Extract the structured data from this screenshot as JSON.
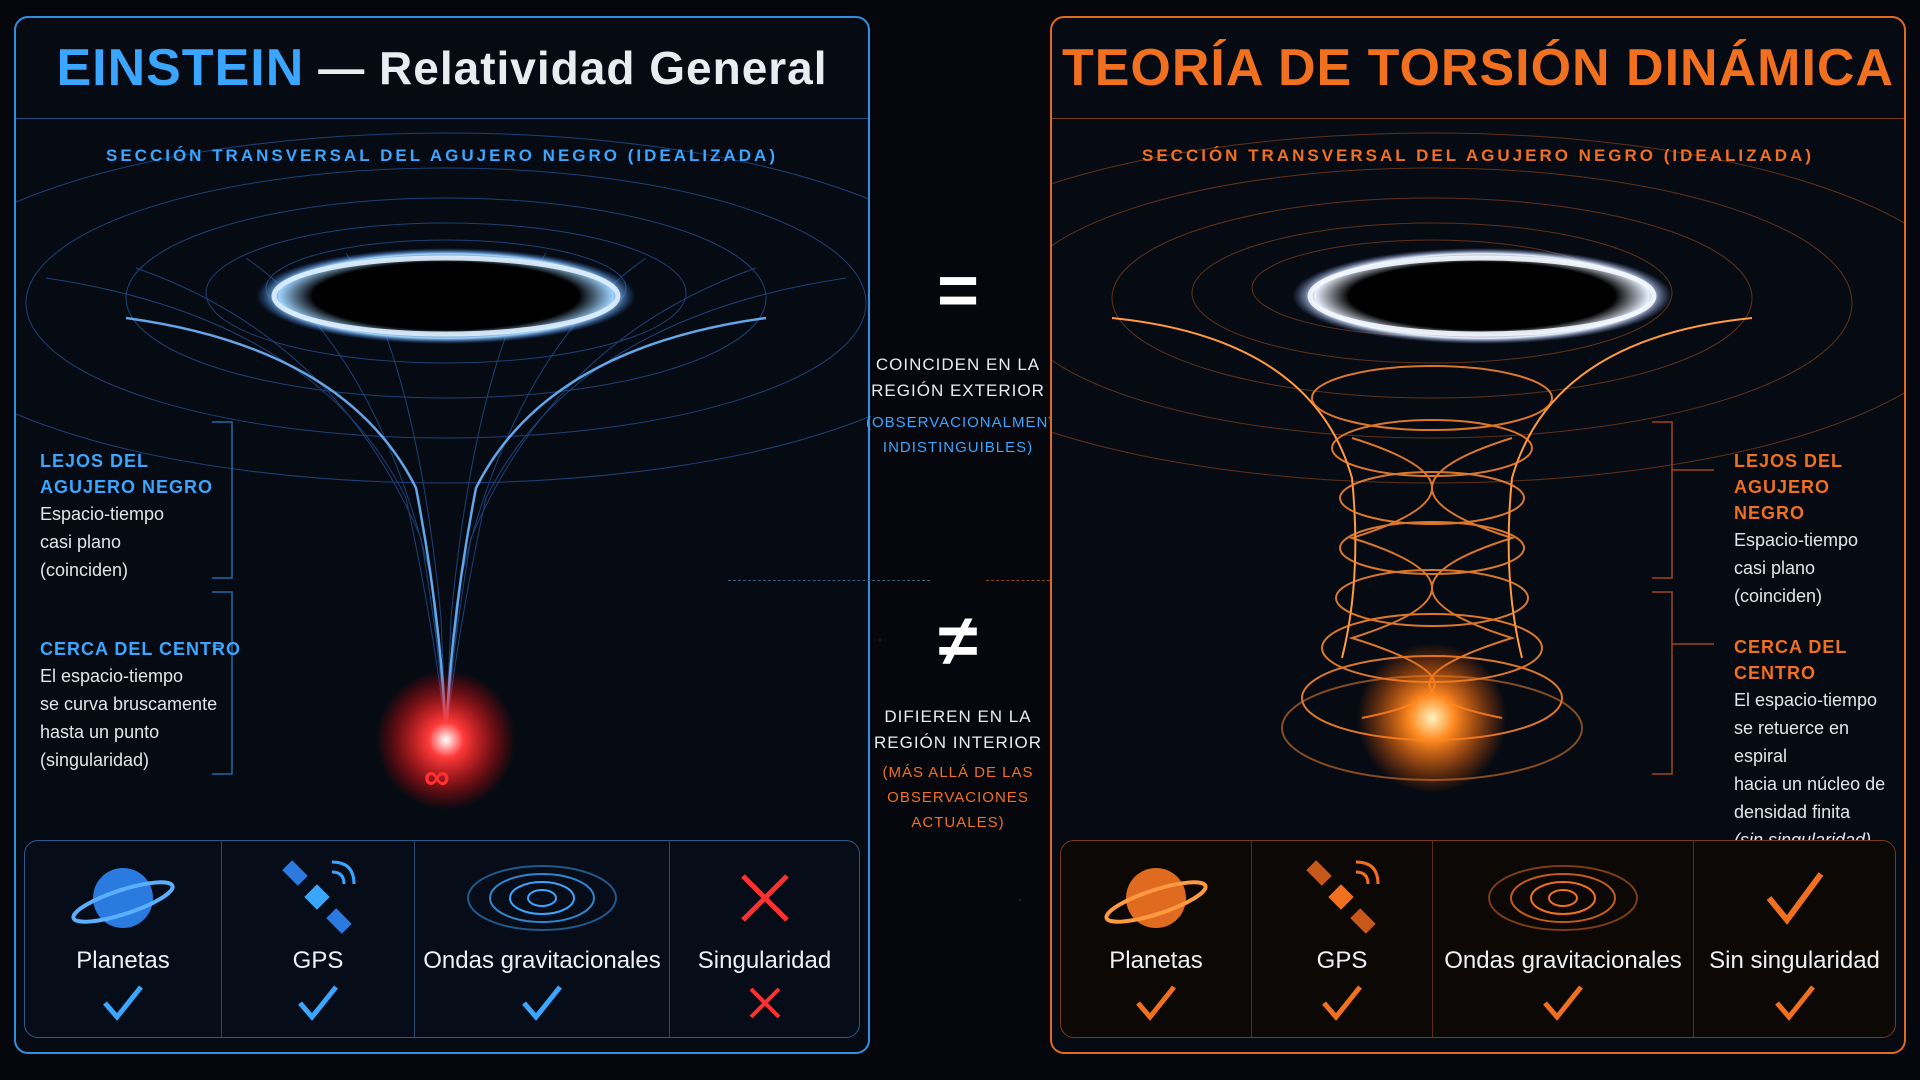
{
  "left": {
    "title_a": "EINSTEIN",
    "title_b": "— Relatividad General",
    "subtitle": "SECCIÓN TRANSVERSAL DEL AGUJERO NEGRO (IDEALIZADA)",
    "far_heading_1": "LEJOS DEL",
    "far_heading_2": "AGUJERO NEGRO",
    "far_line_1": "Espacio-tiempo",
    "far_line_2": "casi plano",
    "far_line_3": "(coinciden)",
    "near_heading": "CERCA DEL CENTRO",
    "near_line_1": "El espacio-tiempo",
    "near_line_2": "se curva bruscamente",
    "near_line_3": "hasta un punto",
    "near_line_4": "(singularidad)",
    "infinity": "∞",
    "features": [
      {
        "label": "Planetas",
        "status": "check"
      },
      {
        "label": "GPS",
        "status": "check"
      },
      {
        "label": "Ondas gravitacionales",
        "status": "check"
      },
      {
        "label": "Singularidad",
        "status": "cross"
      }
    ],
    "accent": "#3aa6ff"
  },
  "right": {
    "title_a": "TEORÍA DE TORSIÓN DINÁMICA",
    "subtitle": "SECCIÓN TRANSVERSAL DEL AGUJERO NEGRO (IDEALIZADA)",
    "far_heading_1": "LEJOS DEL",
    "far_heading_2": "AGUJERO NEGRO",
    "far_line_1": "Espacio-tiempo",
    "far_line_2": "casi plano",
    "far_line_3": "(coinciden)",
    "near_heading": "CERCA DEL CENTRO",
    "near_line_1": "El espacio-tiempo",
    "near_line_2": "se retuerce en espiral",
    "near_line_3": "hacia un núcleo de",
    "near_line_4": "densidad finita",
    "near_line_5": "(sin singularidad)",
    "features": [
      {
        "label": "Planetas",
        "status": "check"
      },
      {
        "label": "GPS",
        "status": "check"
      },
      {
        "label": "Ondas gravitacionales",
        "status": "check"
      },
      {
        "label": "Sin singularidad",
        "status": "check"
      }
    ],
    "accent": "#f07020"
  },
  "center": {
    "equal_symbol": "=",
    "exterior_1": "COINCIDEN EN LA",
    "exterior_2": "REGIÓN EXTERIOR",
    "exterior_note_1": "(OBSERVACIONALMENTE",
    "exterior_note_2": "INDISTINGUIBLES)",
    "not_equal_symbol": "≠",
    "interior_1": "DIFIEREN EN LA",
    "interior_2": "REGIÓN INTERIOR",
    "interior_note_1": "(MÁS ALLÁ DE LAS",
    "interior_note_2": "OBSERVACIONES",
    "interior_note_3": "ACTUALES)"
  }
}
